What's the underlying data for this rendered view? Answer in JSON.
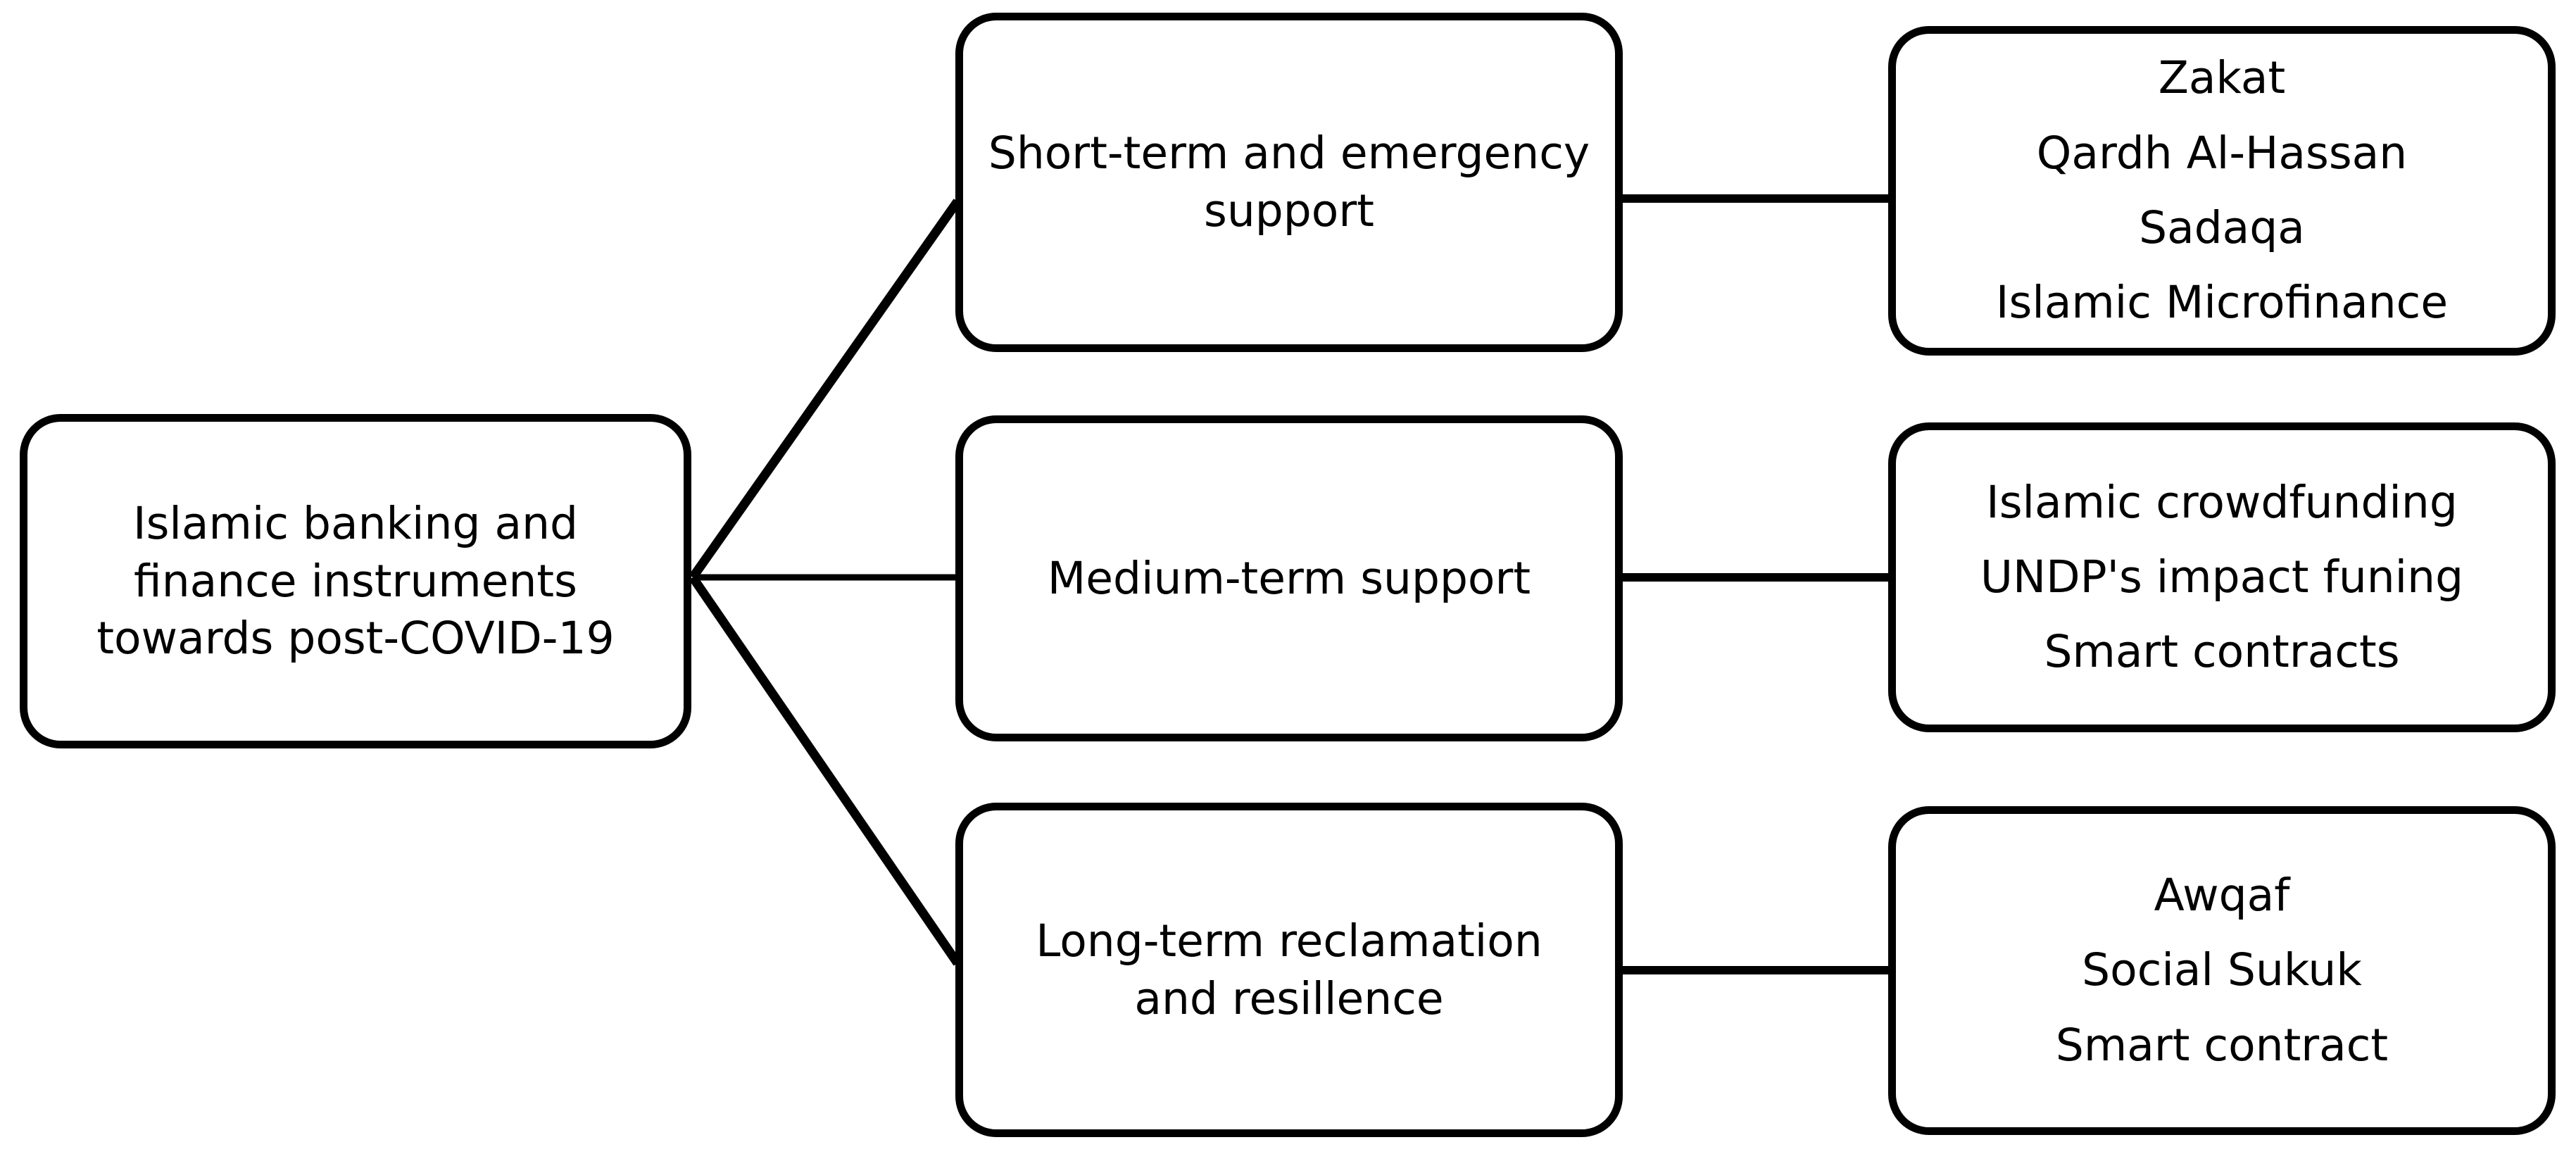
{
  "diagram": {
    "type": "tree-flowchart",
    "orientation": "left-to-right",
    "stroke_color": "#000000",
    "background_color": "#ffffff",
    "text_color": "#000000",
    "root": {
      "id": "root",
      "label": "Islamic banking and finance instruments towards post-COVID-19"
    },
    "categories": [
      {
        "id": "cat-0",
        "label": "Short-term and emergency support"
      },
      {
        "id": "cat-1",
        "label": "Medium-term support"
      },
      {
        "id": "cat-2",
        "label": "Long-term reclamation and resillence"
      }
    ],
    "instruments": [
      {
        "id": "inst-0",
        "parent": "cat-0",
        "items": [
          "Zakat",
          "Qardh Al-Hassan",
          "Sadaqa",
          "Islamic Microfinance"
        ]
      },
      {
        "id": "inst-1",
        "parent": "cat-1",
        "items": [
          "Islamic crowdfunding",
          "UNDP's impact funing",
          "Smart contracts"
        ]
      },
      {
        "id": "inst-2",
        "parent": "cat-2",
        "items": [
          "Awqaf",
          "Social Sukuk",
          "Smart contract"
        ]
      }
    ],
    "connectors": [
      {
        "id": "root-to-cat-0",
        "kind": "diagonal",
        "from": "root",
        "to": "cat-0"
      },
      {
        "id": "root-to-cat-1",
        "kind": "straight",
        "from": "root",
        "to": "cat-1"
      },
      {
        "id": "root-to-cat-2",
        "kind": "diagonal",
        "from": "root",
        "to": "cat-2"
      },
      {
        "id": "cat-0-to-inst-0",
        "kind": "straight",
        "from": "cat-0",
        "to": "inst-0"
      },
      {
        "id": "cat-1-to-inst-1",
        "kind": "straight",
        "from": "cat-1",
        "to": "inst-1"
      },
      {
        "id": "cat-2-to-inst-2",
        "kind": "straight",
        "from": "cat-2",
        "to": "inst-2"
      }
    ]
  }
}
